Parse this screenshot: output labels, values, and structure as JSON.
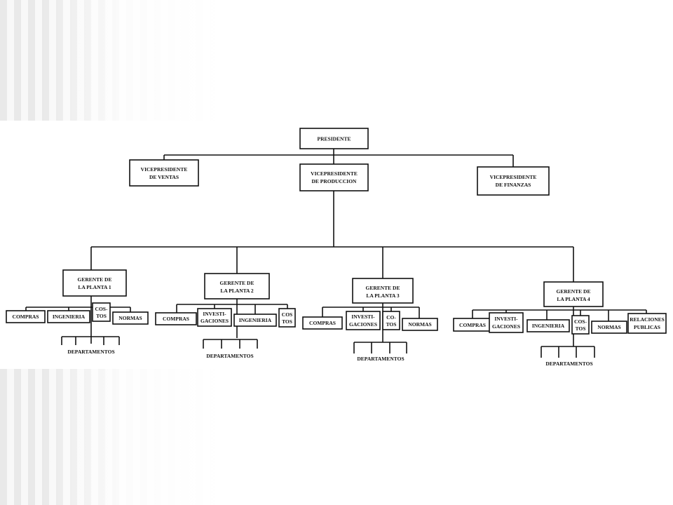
{
  "org_chart": {
    "president": "PRESIDENTE",
    "vp_sales": {
      "line1": "VICEPRESIDENTE",
      "line2": "DE VENTAS"
    },
    "vp_production": {
      "line1": "VICEPRESIDENTE",
      "line2": "DE PRODUCCION"
    },
    "vp_finance": {
      "line1": "VICEPRESIDENTE",
      "line2": "DE FINANZAS"
    },
    "plant1": {
      "manager": {
        "line1": "GERENTE DE",
        "line2": "LA PLANTA 1"
      },
      "compras": "COMPRAS",
      "ingenieria": "INGENIERIA",
      "costos": {
        "line1": "COS-",
        "line2": "TOS"
      },
      "normas": "NORMAS",
      "departamentos": "DEPARTAMENTOS"
    },
    "plant2": {
      "manager": {
        "line1": "GERENTE DE",
        "line2": "LA PLANTA 2"
      },
      "compras": "COMPRAS",
      "investigaciones": {
        "line1": "INVESTI-",
        "line2": "GACIONES"
      },
      "ingenieria": "INGENIERIA",
      "costos": {
        "line1": "COS",
        "line2": "TOS"
      },
      "departamentos": "DEPARTAMENTOS"
    },
    "plant3": {
      "manager": {
        "line1": "GERENTE DE",
        "line2": "LA PLANTA 3"
      },
      "compras": "COMPRAS",
      "investigaciones": {
        "line1": "INVESTI-",
        "line2": "GACIONES"
      },
      "costos": {
        "line1": "CO-",
        "line2": "TOS"
      },
      "normas": "NORMAS",
      "departamentos": "DEPARTAMENTOS"
    },
    "plant4": {
      "manager": {
        "line1": "GERENTE DE",
        "line2": "LA PLANTA 4"
      },
      "compras": "COMPRAS",
      "investigaciones": {
        "line1": "INVESTI-",
        "line2": "GACIONES"
      },
      "ingenieria": "INGENIERIA",
      "costos": {
        "line1": "COS-",
        "line2": "TOS"
      },
      "normas": "NORMAS",
      "relaciones": {
        "line1": "RELACIONES",
        "line2": "PUBLICAS"
      },
      "departamentos": "DEPARTAMENTOS"
    }
  }
}
